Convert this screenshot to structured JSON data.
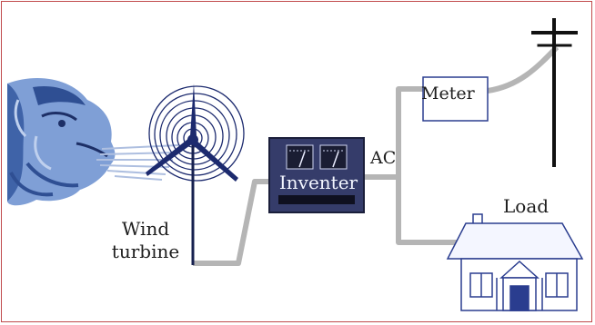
{
  "labels": {
    "wind_turbine_line1": "Wind",
    "wind_turbine_line2": "turbine",
    "inverter": "Inventer",
    "ac": "AC",
    "meter": "Meter",
    "load": "Load"
  },
  "colors": {
    "frame": "#c0494b",
    "wire": "#b5b5b5",
    "turbine": "#1c2a6e",
    "inverter_body": "#353c6a",
    "wind_face": "#4a73b8",
    "house": "#2a3d8f"
  }
}
